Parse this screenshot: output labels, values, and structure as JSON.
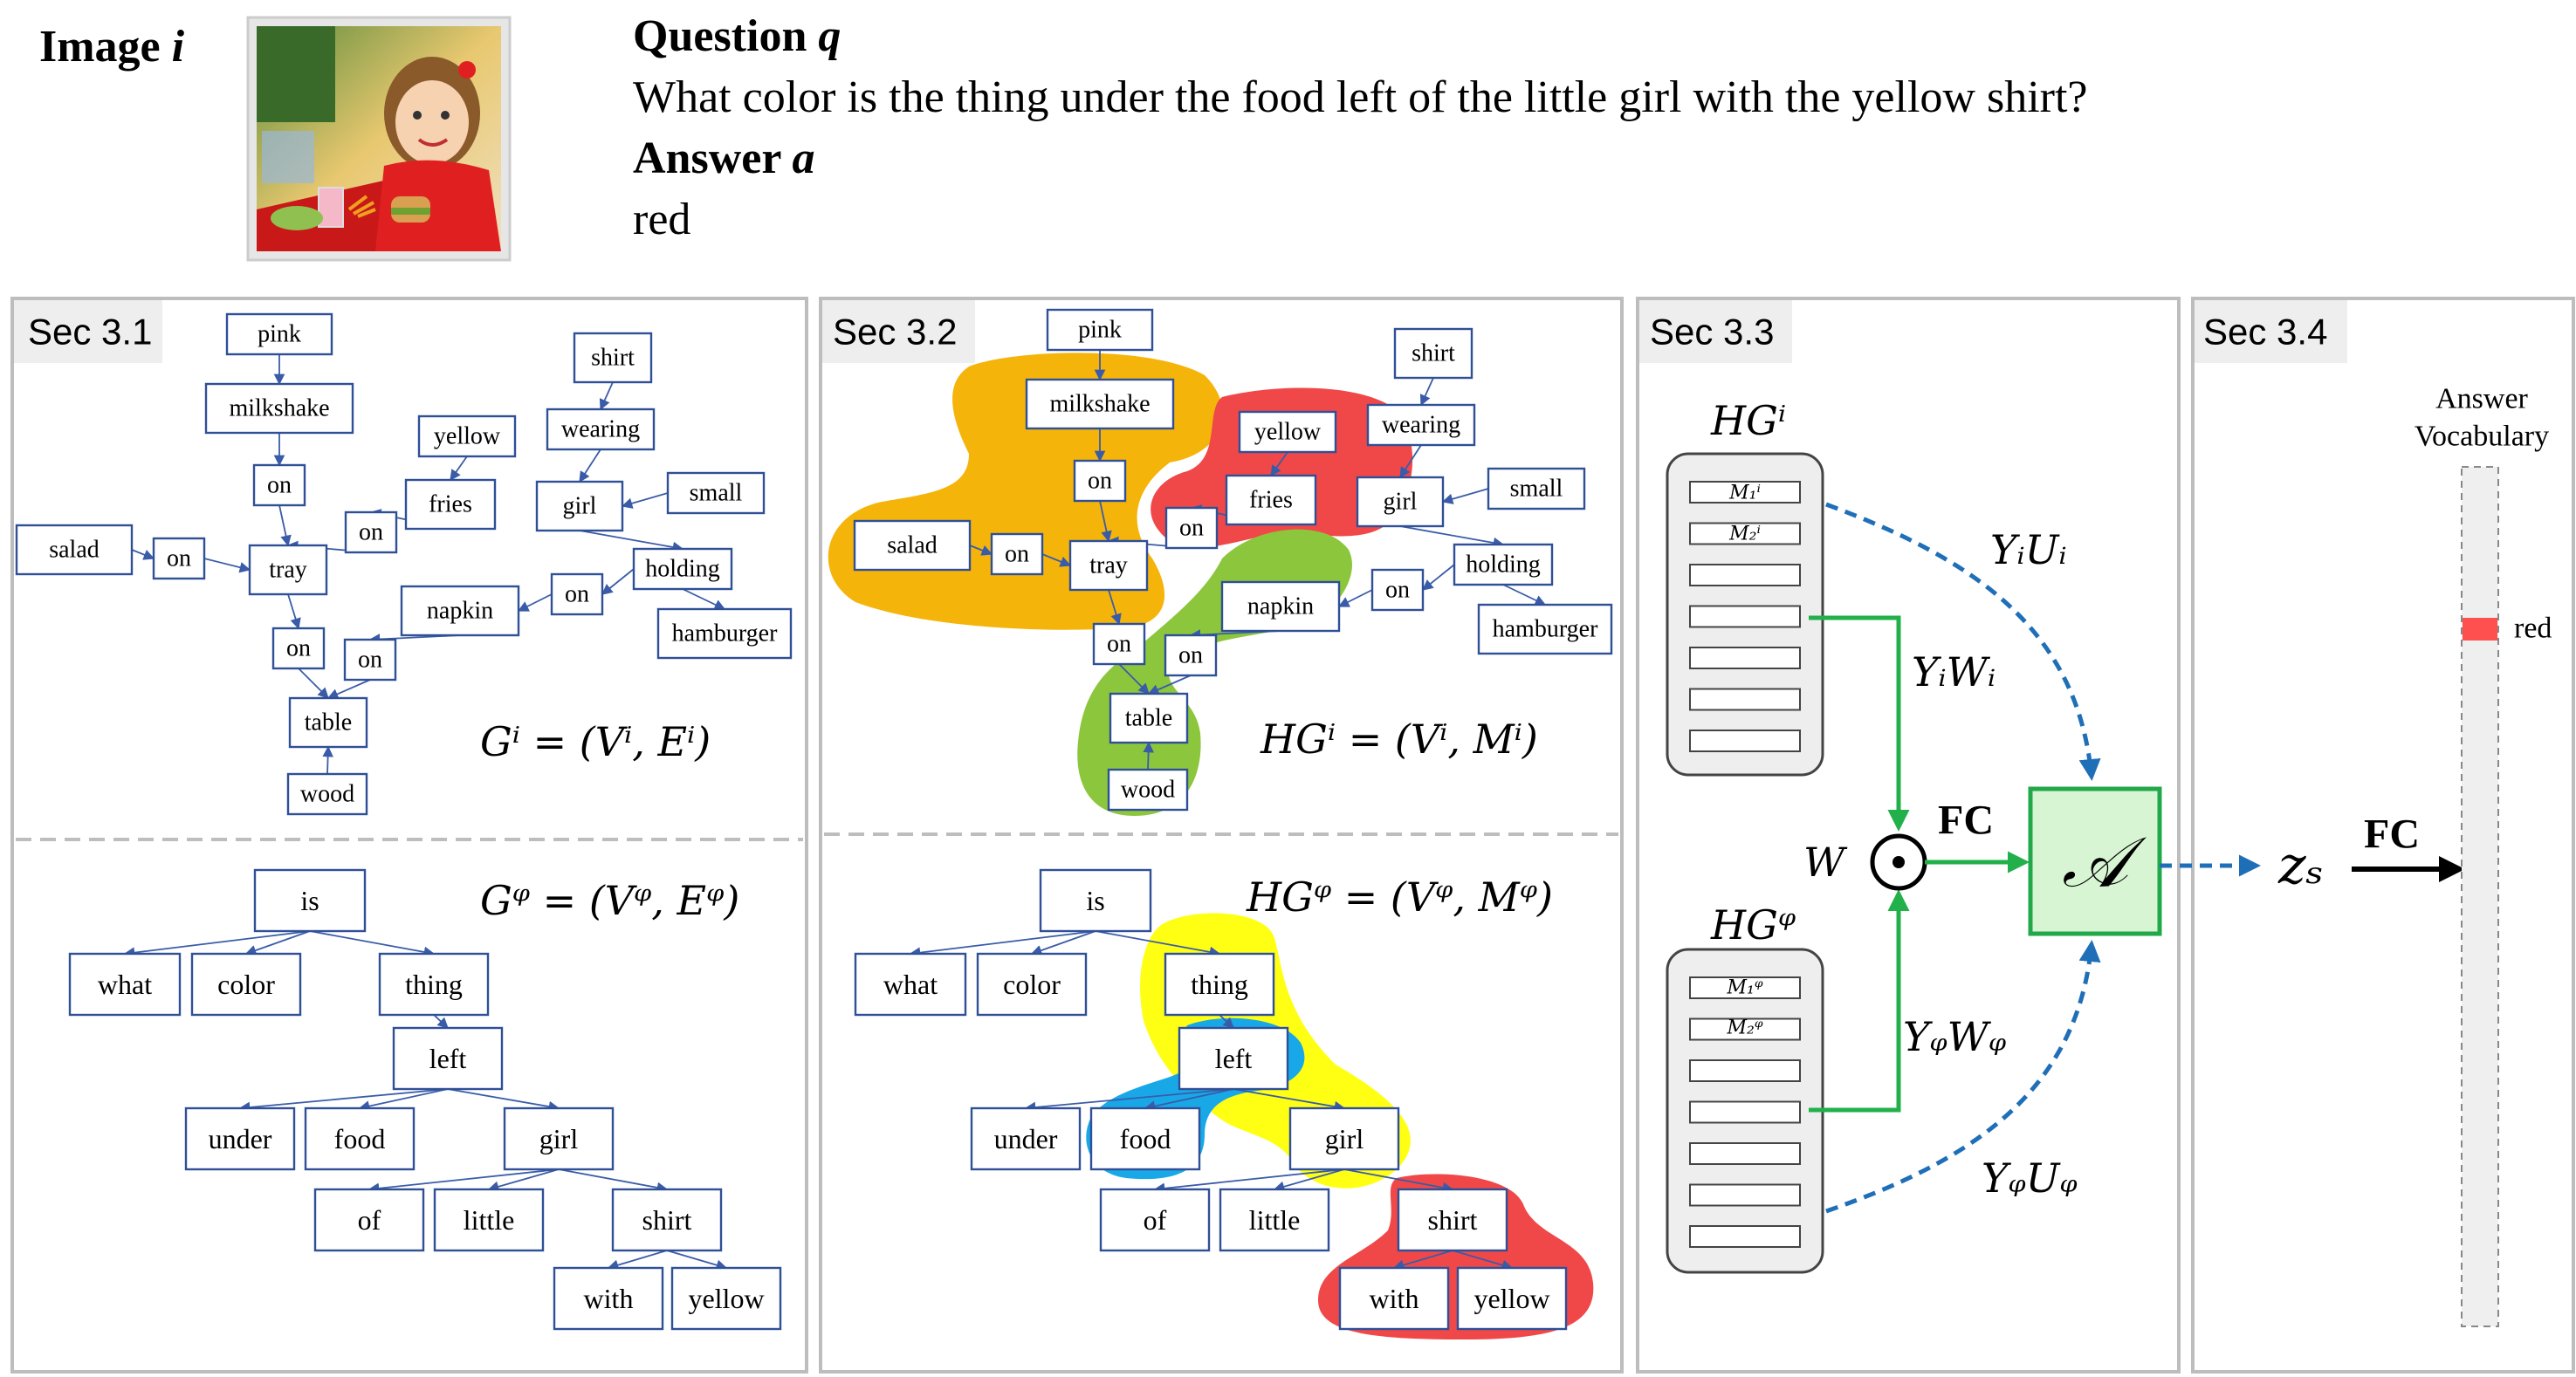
{
  "header": {
    "image_label": "Image",
    "image_var": "i",
    "question_label": "Question",
    "question_var": "q",
    "question_text": "What color is the thing under the food left of the little girl with the yellow shirt?",
    "answer_label": "Answer",
    "answer_var": "a",
    "answer_text": "red"
  },
  "sections": {
    "s31": "Sec 3.1",
    "s32": "Sec 3.2",
    "s33": "Sec 3.3",
    "s34": "Sec 3.4"
  },
  "formulas": {
    "gi": "Gⁱ = (Vⁱ, Eⁱ)",
    "gq": "Gᵠ = (Vᵠ, Eᵠ)",
    "hgi": "HGⁱ = (Vⁱ, Mⁱ)",
    "hgq": "HGᵠ = (Vᵠ, Mᵠ)"
  },
  "image_graph_nodes": [
    "pink",
    "milkshake",
    "on",
    "yellow",
    "shirt",
    "wearing",
    "fries",
    "girl",
    "small",
    "salad",
    "on",
    "tray",
    "on",
    "holding",
    "napkin",
    "on",
    "hamburger",
    "on",
    "on",
    "table",
    "wood"
  ],
  "question_graph_nodes": [
    "is",
    "what",
    "color",
    "thing",
    "left",
    "under",
    "food",
    "girl",
    "of",
    "little",
    "shirt",
    "with",
    "yellow"
  ],
  "sec33": {
    "hgi": "HGⁱ",
    "hgq": "HGᵠ",
    "m1i": "M₁ⁱ",
    "m2i": "M₂ⁱ",
    "m1q": "M₁ᵠ",
    "m2q": "M₂ᵠ",
    "w": "W",
    "odot": "⊙",
    "fc": "FC",
    "a": "𝒜",
    "yiui": "YᵢUᵢ",
    "yiwi": "YᵢWᵢ",
    "yqwq": "YᵩWᵩ",
    "yquq": "YᵩUᵩ",
    "zs": "zₛ"
  },
  "sec34": {
    "fc": "FC",
    "vocab_title_1": "Answer",
    "vocab_title_2": "Vocabulary",
    "selected": "red"
  },
  "colors": {
    "node_border": "#2f4f96",
    "edge": "#3a5ca8",
    "orange": "#f5b40a",
    "red": "#f04848",
    "green": "#8cc63c",
    "yellow": "#ffff14",
    "blue": "#18a8e8",
    "attention_fill": "#d7f5d2",
    "attention_border": "#22a84a",
    "dash_blue": "#1f6fb8",
    "green_line": "#22b04a",
    "vocab_red": "#ff5050"
  }
}
